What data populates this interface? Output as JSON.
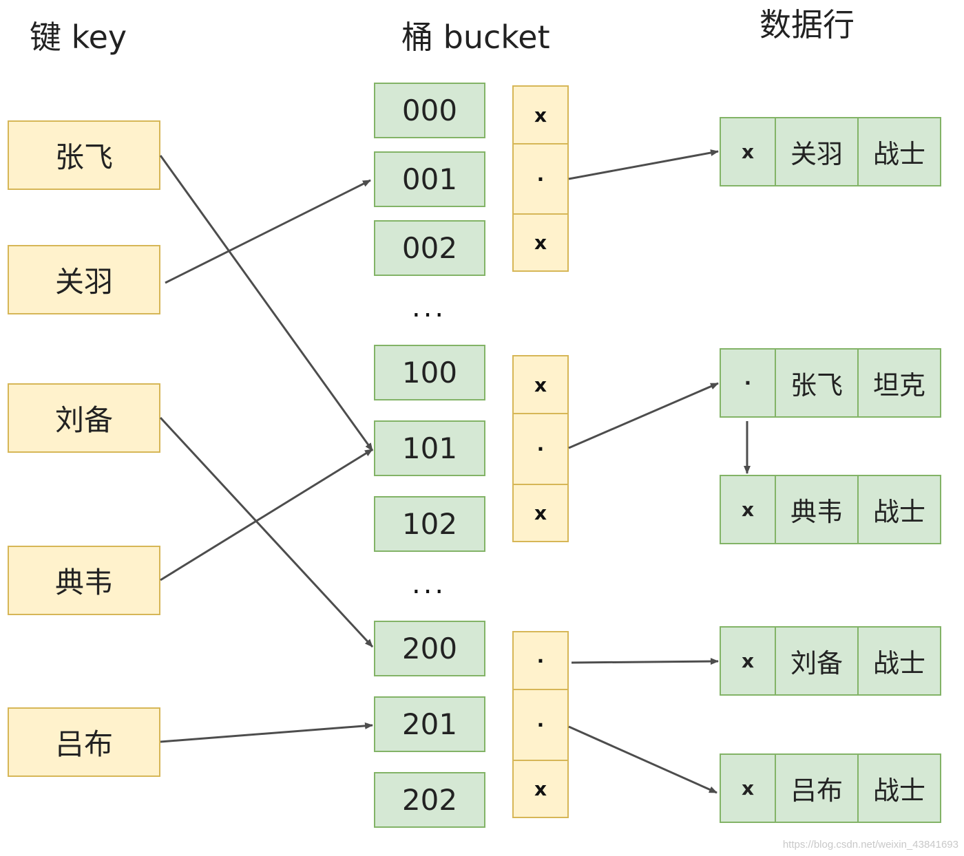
{
  "headers": {
    "keys": "键 key",
    "buckets": "桶 bucket",
    "rows": "数据行"
  },
  "keys": [
    "张飞",
    "关羽",
    "刘备",
    "典韦",
    "吕布"
  ],
  "buckets": [
    "000",
    "001",
    "002",
    "100",
    "101",
    "102",
    "200",
    "201",
    "202"
  ],
  "ellipsis": "...",
  "slots": [
    "x",
    "·",
    "x",
    "x",
    "·",
    "x",
    "·",
    "·",
    "x"
  ],
  "rows": [
    {
      "pointer": "x",
      "name": "关羽",
      "role": "战士"
    },
    {
      "pointer": "·",
      "name": "张飞",
      "role": "坦克"
    },
    {
      "pointer": "x",
      "name": "典韦",
      "role": "战士"
    },
    {
      "pointer": "x",
      "name": "刘备",
      "role": "战士"
    },
    {
      "pointer": "x",
      "name": "吕布",
      "role": "战士"
    }
  ],
  "watermark": "https://blog.csdn.net/weixin_43841693",
  "colors": {
    "key_fill": "#fff2cc",
    "key_border": "#d6b656",
    "bucket_fill": "#d5e8d4",
    "bucket_border": "#82b366",
    "arrow": "#4d4d4d"
  }
}
